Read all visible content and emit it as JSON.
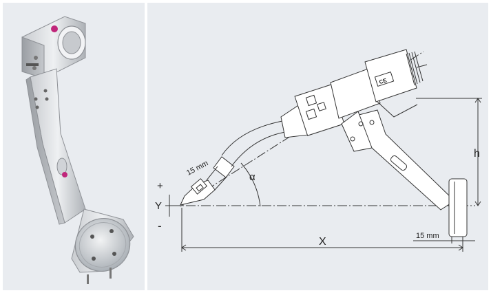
{
  "photo": {
    "subject_icon": "robot-torch-bracket-photo"
  },
  "drawing": {
    "labels": {
      "tip_offset": "15 mm",
      "angle": "α",
      "plus": "+",
      "y_axis": "Y",
      "minus": "-",
      "height": "h",
      "x_dimension": "X",
      "base_offset": "15 mm"
    },
    "symbols": {
      "ce_mark": "CE"
    }
  },
  "colors": {
    "panel_bg": "#e9ecf0",
    "line": "#333333",
    "metal_light": "#d9dbde",
    "metal_dark": "#8e9196",
    "accent_magenta": "#c0267a"
  }
}
